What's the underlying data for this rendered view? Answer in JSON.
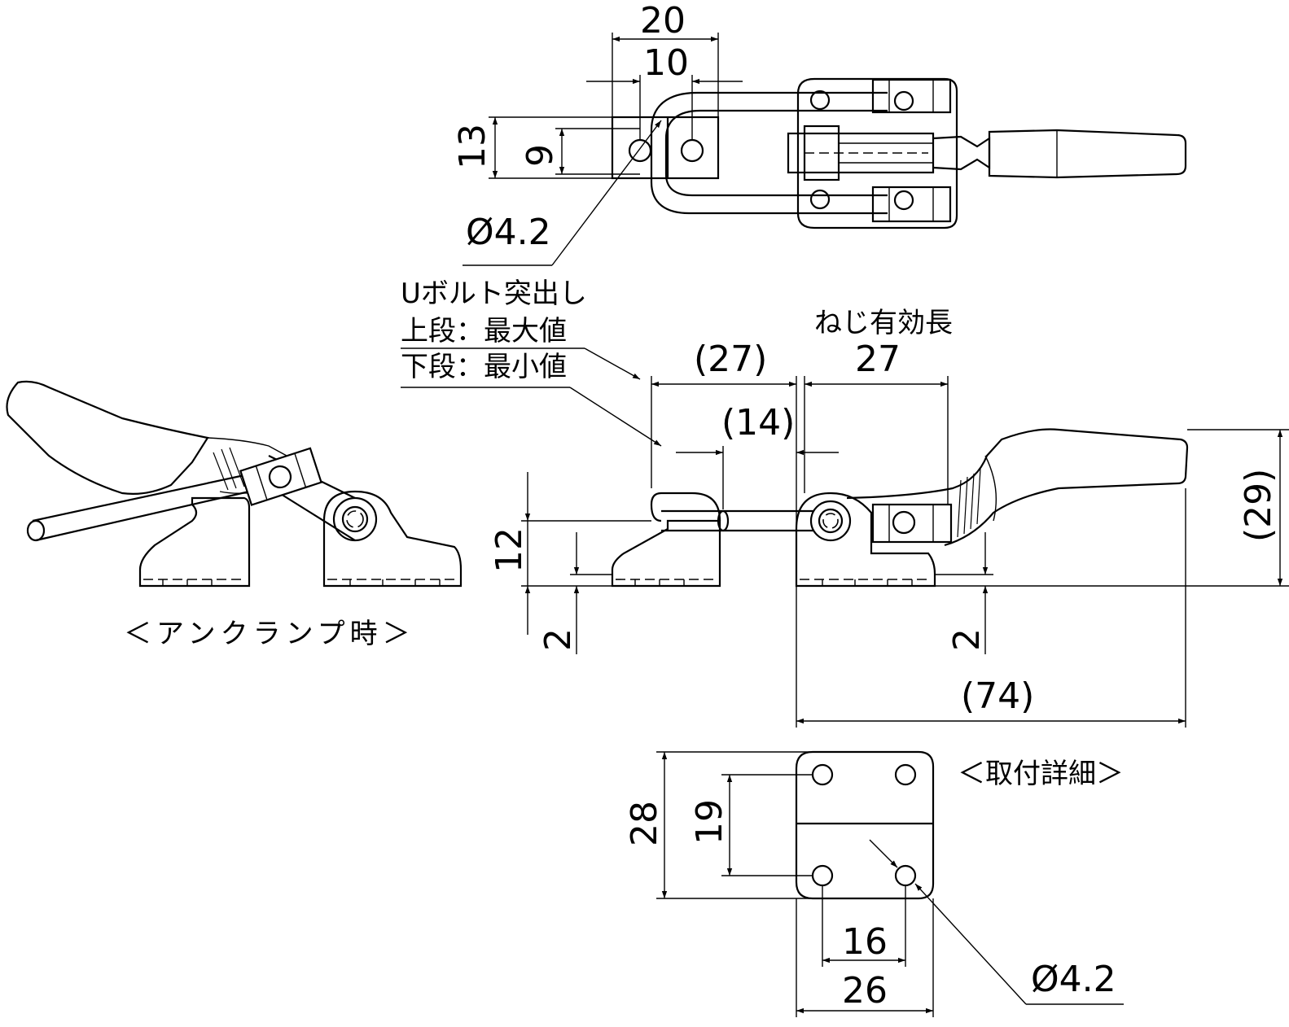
{
  "top_view": {
    "dim_20": "20",
    "dim_10": "10",
    "dim_13": "13",
    "dim_9": "9",
    "dim_hole": "Ø4.2"
  },
  "ubolt_note": {
    "line1": "Uボルト突出し",
    "line2": "上段：最大値",
    "line3": "下段：最小値"
  },
  "side_view": {
    "thread_label": "ねじ有効長",
    "dim_27_ref": "(27)",
    "dim_27": "27",
    "dim_14_ref": "(14)",
    "dim_12": "12",
    "dim_2_left": "2",
    "dim_2_right": "2",
    "dim_29_ref": "(29)",
    "dim_74_ref": "(74)"
  },
  "unclamp_view": {
    "caption": "＜アンクランプ時＞"
  },
  "mounting_detail": {
    "caption": "＜取付詳細＞",
    "dim_28": "28",
    "dim_19": "19",
    "dim_16": "16",
    "dim_26": "26",
    "dim_hole": "Ø4.2"
  }
}
